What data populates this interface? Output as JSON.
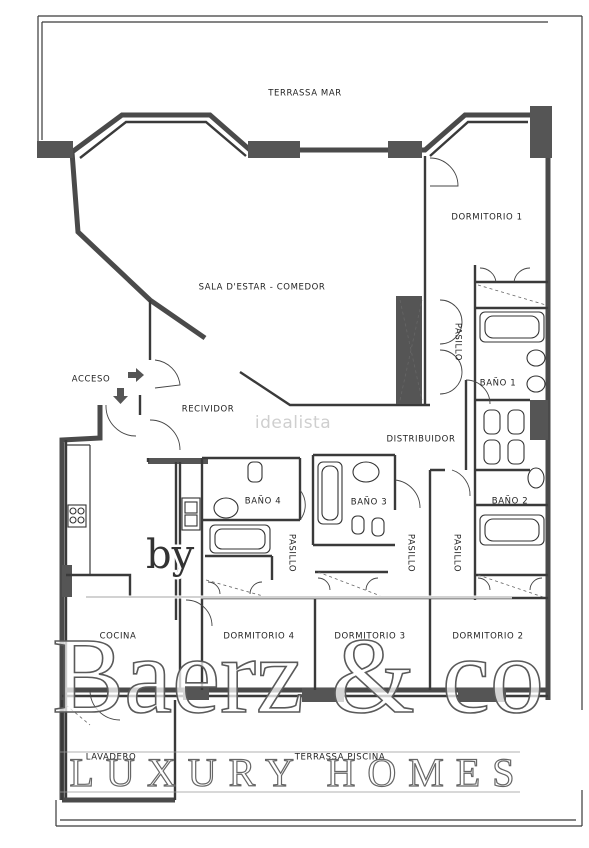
{
  "plan": {
    "rooms": {
      "terrassa_mar": "TERRASSA MAR",
      "dormitorio_1": "DORMITORIO 1",
      "sala": "SALA D'ESTAR - COMEDOR",
      "pasillo_1": "PASILLO",
      "acceso": "ACCESO",
      "bano_1": "BAÑO 1",
      "recividor": "RECIVIDOR",
      "distribuidor": "DISTRIBUIDOR",
      "bano_4": "BAÑO 4",
      "bano_3": "BAÑO 3",
      "bano_2": "BAÑO 2",
      "pasillo_2": "PASILLO",
      "pasillo_3": "PASILLO",
      "pasillo_4": "PASILLO",
      "cocina": "COCINA",
      "dormitorio_4": "DORMITORIO 4",
      "dormitorio_3": "DORMITORIO 3",
      "dormitorio_2": "DORMITORIO 2",
      "lavadero": "LAVADERO",
      "terrassa_piscina": "TERRASSA PISCINA"
    },
    "site_watermark": "idealista"
  },
  "watermark": {
    "by": "by",
    "brand": "Baerz & co",
    "tagline": "LUXURY HOMES"
  }
}
